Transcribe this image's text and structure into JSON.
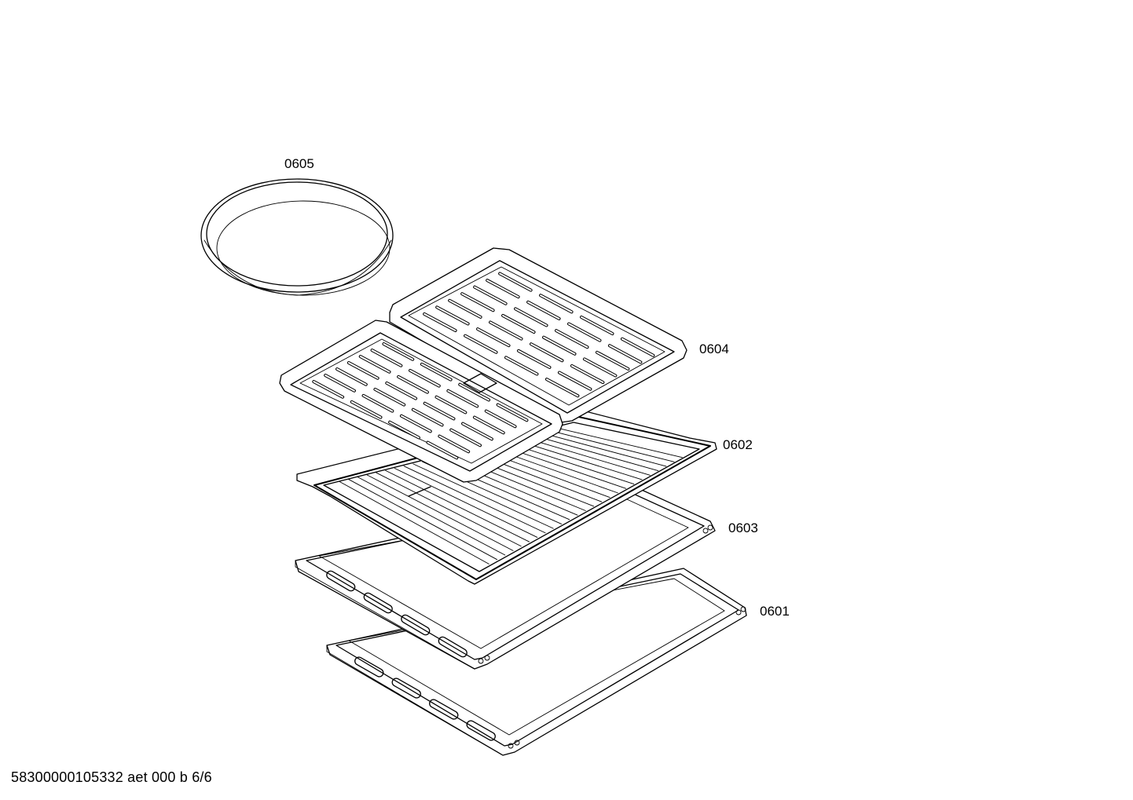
{
  "diagram": {
    "parts": [
      {
        "id": "part-0605",
        "label": "0605"
      },
      {
        "id": "part-0604",
        "label": "0604"
      },
      {
        "id": "part-0602",
        "label": "0602"
      },
      {
        "id": "part-0603",
        "label": "0603"
      },
      {
        "id": "part-0601",
        "label": "0601"
      }
    ]
  },
  "footer": {
    "document_code": "58300000105332 aet 000 b 6/6"
  }
}
